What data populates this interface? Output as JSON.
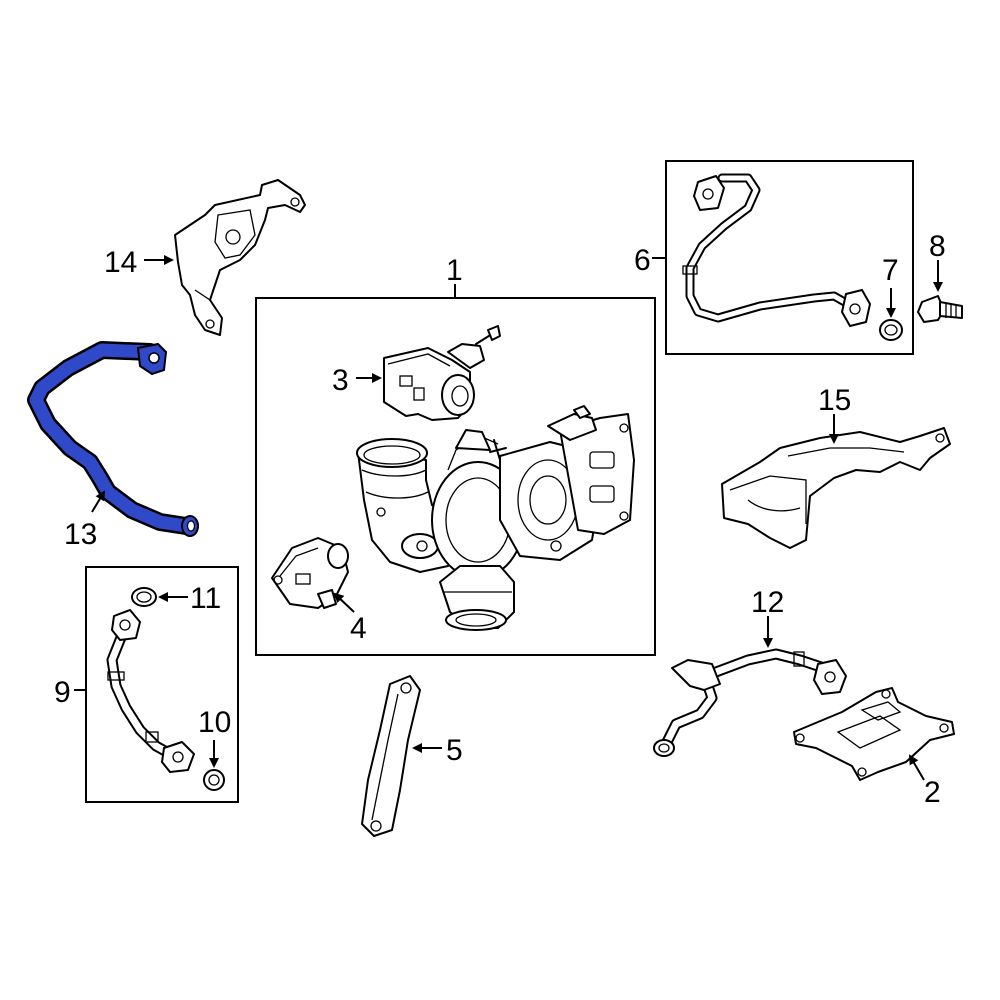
{
  "callouts": {
    "c1": "1",
    "c2": "2",
    "c3": "3",
    "c4": "4",
    "c5": "5",
    "c6": "6",
    "c7": "7",
    "c8": "8",
    "c9": "9",
    "c10": "10",
    "c11": "11",
    "c12": "12",
    "c13": "13",
    "c14": "14",
    "c15": "15"
  },
  "colors": {
    "highlight_part": "#2f49c9",
    "line": "#000000",
    "background": "#ffffff"
  }
}
